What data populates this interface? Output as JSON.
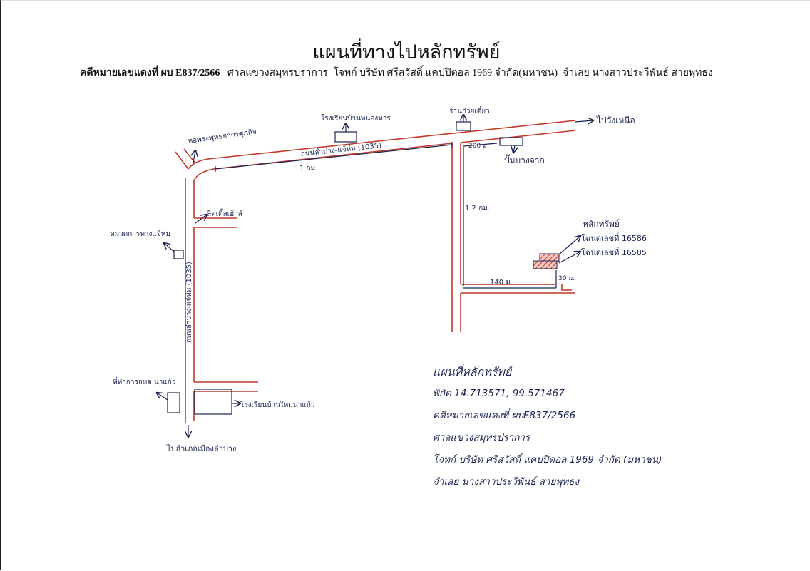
{
  "title": "แผนที่ทางไปหลักทรัพย์",
  "case": {
    "case_no": "คดีหมายเลขแดงที่ ผบ E837/2566",
    "court": "ศาลแขวงสมุทรปราการ",
    "plaintiff": "โจทก์ บริษัท ศรีสวัสดิ์ แคปปิตอล 1969 จำกัด(มหาชน)",
    "defendant": "จำเลย นางสาวประวีพันธ์ สายพุทธง"
  },
  "map": {
    "road_colour": "#c0392b",
    "ink_colour": "#1a2350",
    "labels": {
      "top_left_landmark": "หอพระพุทธยากรศุภกิจ",
      "school_top": "โรงเรียนบ้านหนองหาร",
      "shop_top": "ร้านก๋วยเตี๋ยว",
      "to_north": "ไปวังเหนือ",
      "road_horizontal": "ถนนลำปาง-แจ้ห่ม (1035)",
      "dist_1km": "1 กม.",
      "dist_200m": "200 ม.",
      "gas_station": "ปั๊มบางจาก",
      "dist_1_2km": "1.2 กม.",
      "property": "หลักทรัพย์",
      "deed_1": "โฉนดเลขที่ 16586",
      "deed_2": "โฉนดเลขที่ 16585",
      "dist_140m": "140 ม.",
      "dist_30m": "30 ม.",
      "shop_left": "ลิตเติ้ลเฮ้าส์",
      "highway_office": "หมวดการทางแจ้ห่ม",
      "road_vertical": "ถนนลำปาง-แจ้ห่ม (1035)",
      "office_bottom": "ที่ทำการอบต.นาแก้ว",
      "school_bottom": "โรงเรียนบ้านใหม่นาแก้ว",
      "to_south": "ไปอำเภอเมืองลำปาง"
    }
  },
  "notes": [
    "แผนที่หลักทรัพย์",
    "พิกัด 14.713571, 99.571467",
    "คดีหมายเลขแดงที่ ผบE837/2566",
    "ศาลแขวงสมุทรปราการ",
    "โจทก์ บริษัท ศรีสวัสดิ์ แคปปิตอล 1969 จำกัด (มหาชน)",
    "จำเลย นางสาวประวีพันธ์ สายพุทธง"
  ]
}
